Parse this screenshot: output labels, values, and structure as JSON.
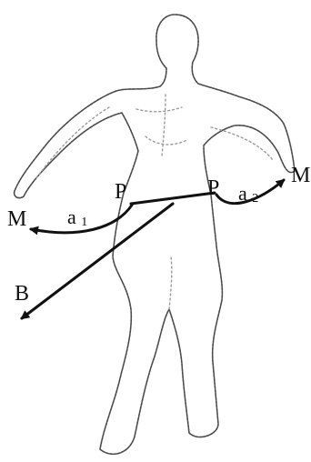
{
  "labels": {
    "m_left": "M",
    "m_right": "M",
    "p_left": "P",
    "p_right": "P",
    "a1_main": "a",
    "a1_sub": "1",
    "a2_main": "a",
    "a2_sub": "2",
    "b": "B"
  },
  "colors": {
    "outline": "#4a4a4a",
    "outline_light": "#9a9a9a",
    "arrow": "#111111"
  }
}
